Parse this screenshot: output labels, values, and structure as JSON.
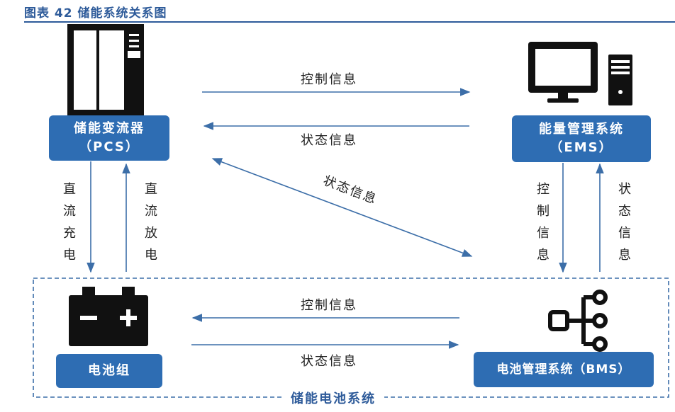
{
  "header": {
    "title": "图表 42 储能系统关系图"
  },
  "colors": {
    "accent": "#2e6db3",
    "arrow": "#3c6ea8",
    "title": "#2e5b9a"
  },
  "nodes": {
    "pcs": {
      "line1": "储能变流器",
      "line2": "（PCS）",
      "icon": "cabinet-icon"
    },
    "ems": {
      "line1": "能量管理系统",
      "line2": "（EMS）",
      "icon": "computer-icon"
    },
    "battery": {
      "label": "电池组",
      "icon": "battery-icon"
    },
    "bms": {
      "label": "电池管理系统（BMS）",
      "icon": "tree-network-icon"
    }
  },
  "edges": {
    "pcs_to_ems_top": "控制信息",
    "ems_to_pcs": "状态信息",
    "diag": "状态信息",
    "bms_to_battery": "控制信息",
    "battery_to_bms": "状态信息"
  },
  "vertical": {
    "pcs_down": [
      "直",
      "流",
      "充",
      "电"
    ],
    "pcs_up": [
      "直",
      "流",
      "放",
      "电"
    ],
    "ems_down": [
      "控",
      "制",
      "信",
      "息"
    ],
    "ems_up": [
      "状",
      "态",
      "信",
      "息"
    ]
  },
  "system": {
    "label": "储能电池系统"
  }
}
